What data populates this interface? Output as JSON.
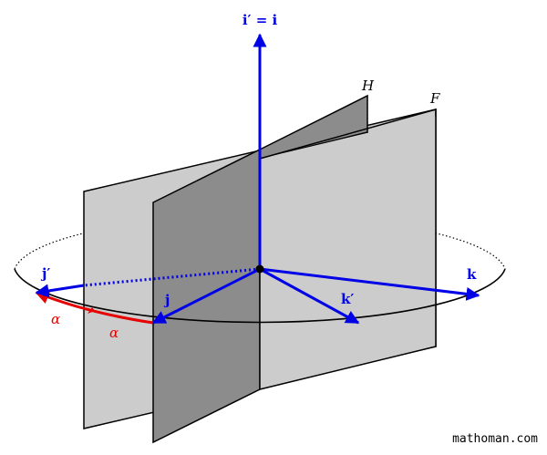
{
  "labels": {
    "i_axis": "i′ = i",
    "j": "j",
    "j_prime": "j′",
    "k": "k",
    "k_prime": "k′",
    "plane_h": "H",
    "plane_f": "F",
    "alpha_outer": "α",
    "alpha_inner": "α"
  },
  "watermark": "mathoman.com",
  "colors": {
    "vector": "#0000e6",
    "angle": "#e60000",
    "plane_f": "#cccccc",
    "plane_h": "#8c8c8c",
    "outline": "#000000"
  }
}
